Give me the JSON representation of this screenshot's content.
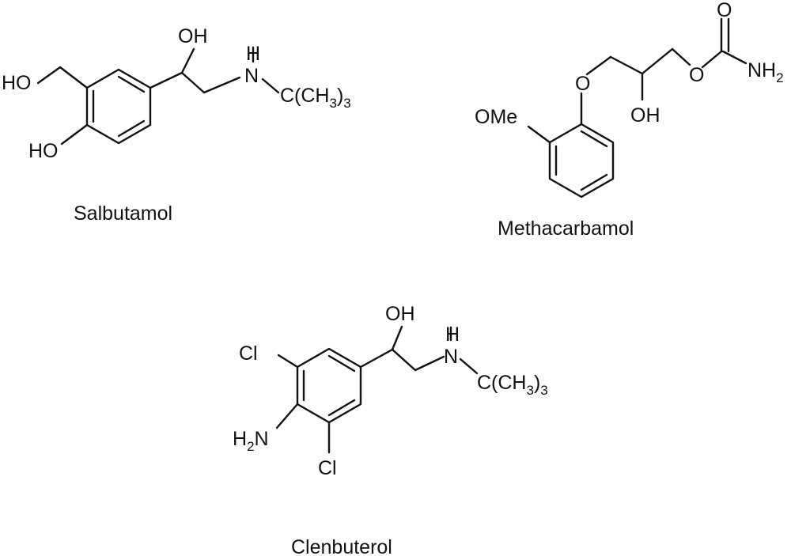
{
  "compounds": {
    "salbutamol": {
      "name": "Salbutamol",
      "ho_top": "HO",
      "ho_bottom": "HO",
      "oh": "OH",
      "nh": "H",
      "n": "N",
      "tbu": "C(CH",
      "sub3a": "3",
      "close": ")",
      "sub3b": "3"
    },
    "methacarbamol": {
      "name": "Methacarbamol",
      "ome": "OMe",
      "o_ether": "O",
      "oh": "OH",
      "o_ester": "O",
      "o_carbonyl": "O",
      "nh2": "NH",
      "sub2": "2"
    },
    "clenbuterol": {
      "name": "Clenbuterol",
      "cl_top": "Cl",
      "cl_bottom": "Cl",
      "h2n_h": "H",
      "h2n_2": "2",
      "h2n_n": "N",
      "oh": "OH",
      "nh": "H",
      "n": "N",
      "tbu": "C(CH",
      "sub3a": "3",
      "close": ")",
      "sub3b": "3"
    }
  }
}
